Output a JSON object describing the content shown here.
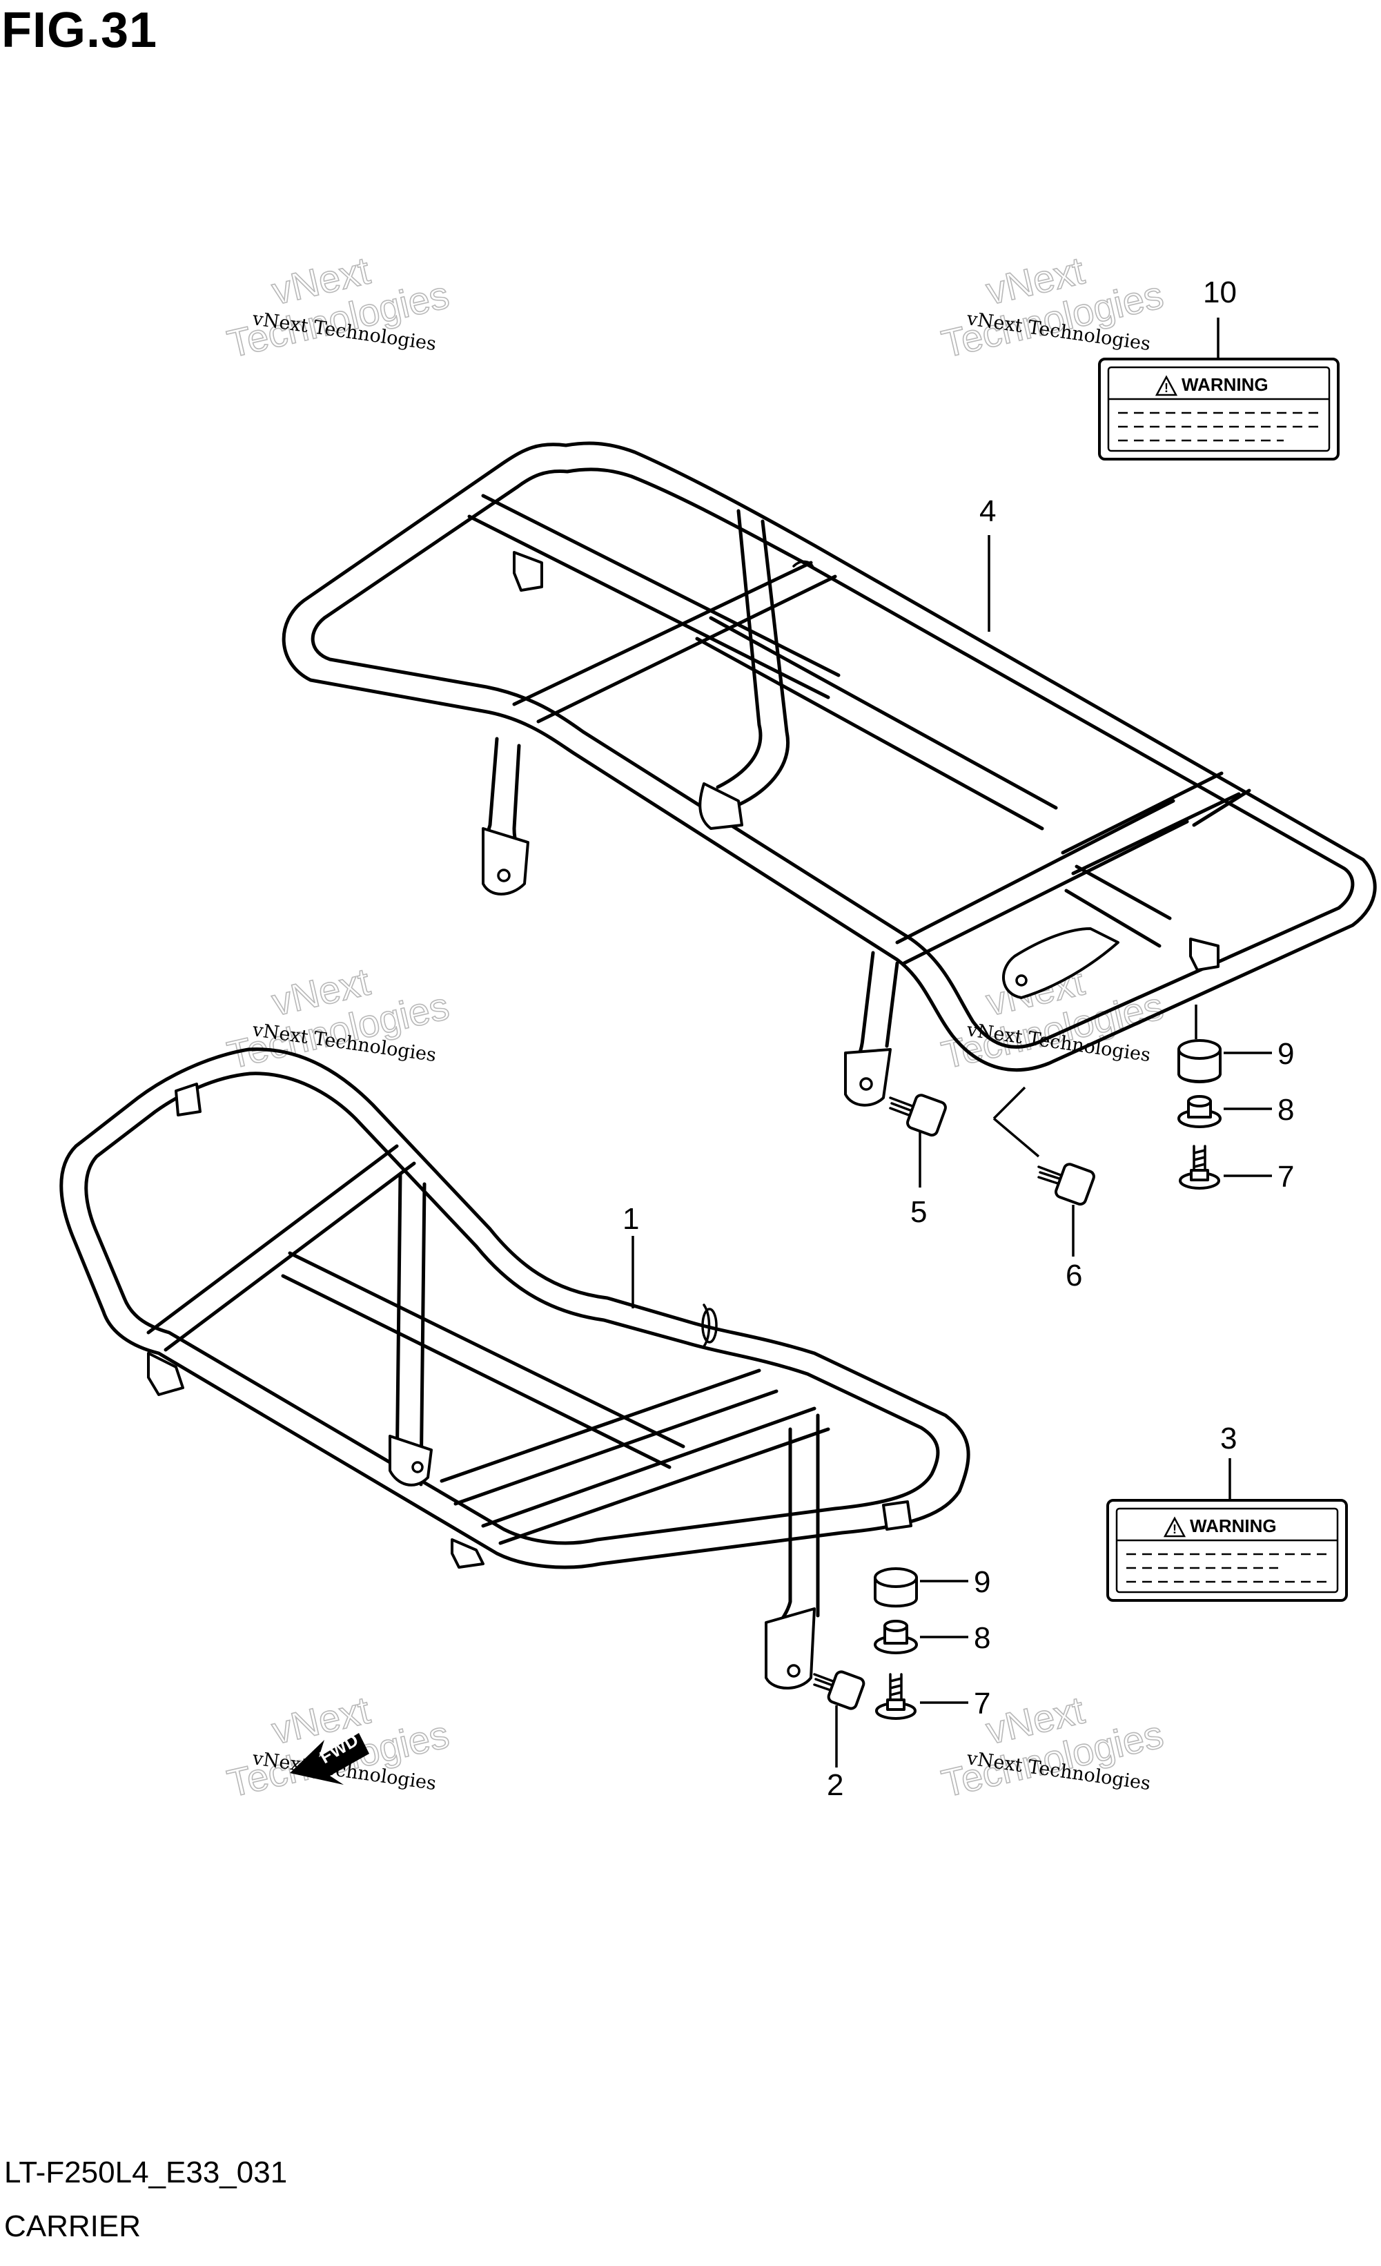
{
  "figure": {
    "title": "FIG.31",
    "code": "LT-F250L4_E33_031",
    "name": "CARRIER"
  },
  "callouts": {
    "c1": "1",
    "c2": "2",
    "c3": "3",
    "c4": "4",
    "c5": "5",
    "c6": "6",
    "c7a": "7",
    "c7b": "7",
    "c8a": "8",
    "c8b": "8",
    "c9a": "9",
    "c9b": "9",
    "c10": "10"
  },
  "labels": {
    "warning_top": "WARNING",
    "warning_bottom": "WARNING",
    "fwd": "FWD"
  },
  "watermark": {
    "line1": "vNext Technologies",
    "line2": "vNext",
    "line3": "Technologies"
  },
  "icons": [
    "warning-triangle-icon",
    "fwd-arrow-icon"
  ]
}
